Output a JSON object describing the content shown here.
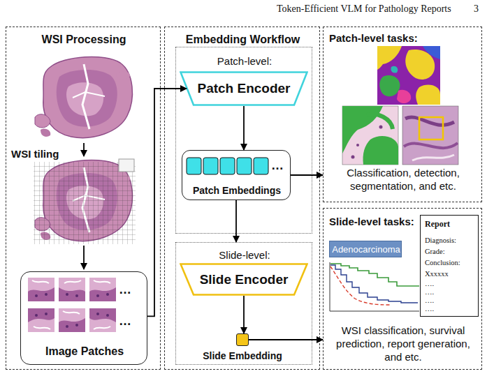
{
  "diagram": {
    "nodes": [
      {
        "text": [
          "WSI Processing"
        ]
      },
      {
        "text": [
          "Image Patches"
        ],
        "in": 0
      },
      {
        "text": [
          "Embedding Workflow"
        ]
      },
      {
        "text": [
          "Patch-level:"
        ],
        "in": 2
      },
      {
        "text": [
          "Patch Encoder"
        ],
        "in": 3
      },
      {
        "text": [
          "Patch Embeddings"
        ],
        "in": 3
      },
      {
        "text": [
          "Slide-level:"
        ],
        "in": 2
      },
      {
        "text": [
          "Slide Encoder"
        ],
        "in": 6
      },
      {
        "text": [
          "Slide Embedding"
        ],
        "in": 6
      },
      {
        "text": [
          "Patch-level tasks:",
          "Classification, detection, segmentation, and etc."
        ]
      },
      {
        "text": [
          "Slide-level tasks:",
          "WSI classification, survival prediction, report generation, and etc."
        ]
      },
      {
        "text": [
          "Adenocarcinoma"
        ],
        "in": 10
      },
      {
        "text": [
          "Report",
          "Diagnosis:",
          "Grade:",
          "Conclusion:",
          "Xxxxxx",
          "….",
          "….",
          "….",
          "…."
        ],
        "in": 10
      }
    ],
    "edges": [
      {
        "from": 1,
        "to": 4,
        "arrow": "to"
      },
      {
        "from": 4,
        "to": 5,
        "arrow": "to"
      },
      {
        "from": 5,
        "to": 9,
        "arrow": "to"
      },
      {
        "from": 5,
        "to": 6,
        "arrow": "to"
      },
      {
        "from": 7,
        "to": 8,
        "arrow": "to"
      },
      {
        "from": 8,
        "to": 10,
        "arrow": "to"
      }
    ],
    "labels": [
      "Token-Efficient VLM for Pathology Reports",
      "3",
      "WSI tiling",
      "…",
      "…",
      "…"
    ]
  }
}
